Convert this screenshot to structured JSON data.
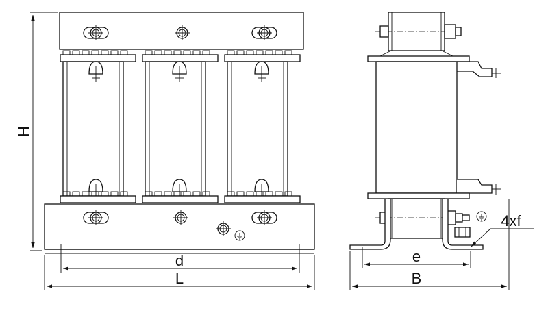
{
  "front_view": {
    "dim_width_label": "L",
    "dim_mount_label": "d",
    "dim_height_label": "H"
  },
  "side_view": {
    "dim_width_label": "B",
    "dim_mount_label": "e",
    "hole_callout": "4xf"
  },
  "symbols": {
    "ground": "ground-symbol",
    "terminal": "bolt-terminal"
  }
}
